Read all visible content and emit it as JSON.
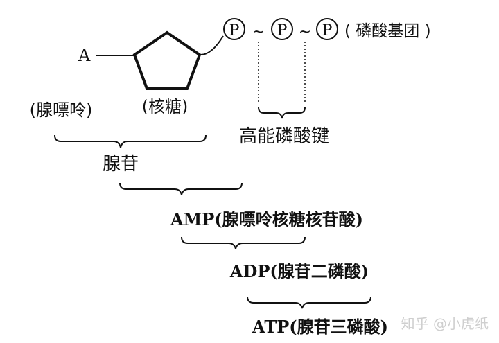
{
  "structure": {
    "base": "A",
    "phosphate_symbol": "P",
    "phosphate_group_label": "( 磷酸基团 )",
    "high_energy_bond": "~",
    "adenine_label": "(腺嘌呤)",
    "ribose_label": "(核糖)",
    "high_energy_bond_label": "高能磷酸键"
  },
  "brackets": {
    "adenosine": "腺苷",
    "amp": "AMP(腺嘌呤核糖核苷酸)",
    "adp": "ADP(腺苷二磷酸)",
    "atp": "ATP(腺苷三磷酸)"
  },
  "watermark": "知乎 @小虎纸"
}
